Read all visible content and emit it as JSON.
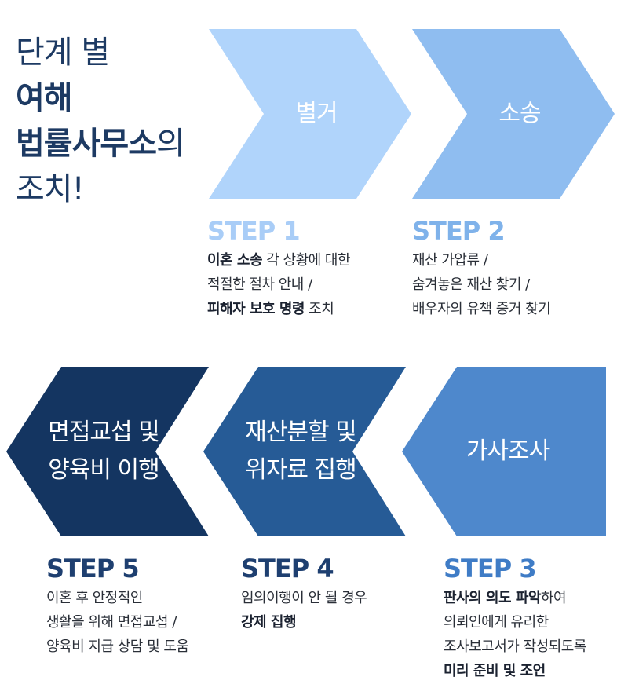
{
  "headline": {
    "l1": "단계 별",
    "l2": "여해",
    "l3_bold": "법률사무소",
    "l3_rest": "의",
    "l4": "조치!"
  },
  "colors": {
    "step1": "#b0d4fb",
    "step2": "#8fbdf0",
    "step3": "#4e88cc",
    "step4": "#265b96",
    "step5": "#143561",
    "title_light": "#a9cdf7",
    "title_mid": "#7fb2ea",
    "title_dark": "#1e3f70",
    "title_step3": "#3f7cc6"
  },
  "chevrons": {
    "c1": "별거",
    "c2": "소송",
    "c3": "가사조사",
    "c4": "재산분할 및\n위자료 집행",
    "c5": "면접교섭 및\n양육비 이행"
  },
  "steps": {
    "s1": {
      "title": "STEP 1",
      "l1_b": "이혼 소송",
      "l1": " 각 상황에 대한",
      "l2": "적절한 절차 안내 /",
      "l3_b": "피해자 보호 명령",
      "l3": " 조치"
    },
    "s2": {
      "title": "STEP 2",
      "l1": "재산 가압류 /",
      "l2": "숨겨놓은 재산 찾기 /",
      "l3": "배우자의 유책 증거 찾기"
    },
    "s3": {
      "title": "STEP 3",
      "l1_b": "판사의 의도 파악",
      "l1": "하여",
      "l2": "의뢰인에게 유리한",
      "l3": "조사보고서가 작성되도록",
      "l4_b": "미리 준비 및 조언"
    },
    "s4": {
      "title": "STEP 4",
      "l1": "임의이행이 안 될 경우",
      "l2_b": "강제 집행"
    },
    "s5": {
      "title": "STEP 5",
      "l1": "이혼 후 안정적인",
      "l2": "생활을 위해 면접교섭 /",
      "l3": "양육비 지급 상담 및 도움"
    }
  }
}
